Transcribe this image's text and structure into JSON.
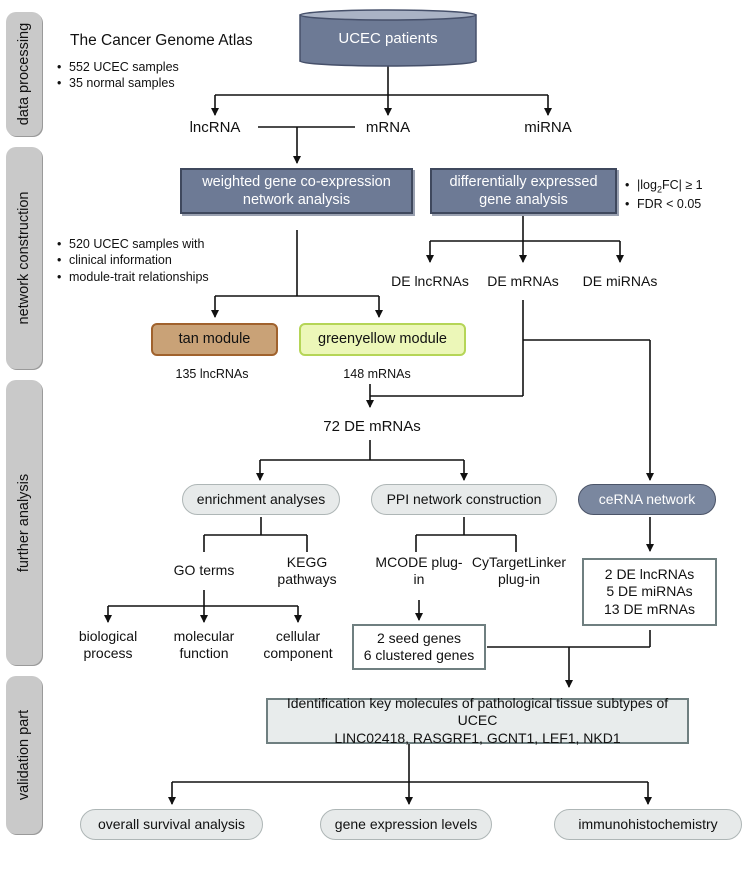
{
  "sections": {
    "data_processing": "data processing",
    "network_construction": "network construction",
    "further_analysis": "further analysis",
    "validation_part": "validation part"
  },
  "tcga": {
    "title": "The Cancer Genome Atlas",
    "bullets": [
      "552 UCEC samples",
      "35 normal samples"
    ]
  },
  "wgcna_bullets": [
    "520 UCEC samples with",
    "clinical information",
    "module-trait relationships"
  ],
  "de_criteria": [
    "|log2FC| ≥ 1",
    "FDR < 0.05"
  ],
  "nodes": {
    "ucec_patients": "UCEC patients",
    "lncrna": "lncRNA",
    "mrna": "mRNA",
    "mirna": "miRNA",
    "wgcna": "weighted gene co-expression network analysis",
    "dega": "differentially expressed gene analysis",
    "de_lncrnas": "DE lncRNAs",
    "de_mrnas": "DE mRNAs",
    "de_mirnas": "DE miRNAs",
    "tan_module": "tan module",
    "greenyellow_module": "greenyellow module",
    "tan_count": "135 lncRNAs",
    "gy_count": "148 mRNAs",
    "de_72": "72 DE mRNAs",
    "enrichment": "enrichment analyses",
    "ppi": "PPI network construction",
    "cerna": "ceRNA network",
    "go": "GO terms",
    "kegg": "KEGG pathways",
    "mcode": "MCODE plug-in",
    "cytarget": "CyTargetLinker plug-in",
    "cerna_box": [
      "2 DE lncRNAs",
      "5 DE miRNAs",
      "13 DE mRNAs"
    ],
    "bio": "biological process",
    "mol": "molecular function",
    "cell": "cellular component",
    "seed": [
      "2 seed genes",
      "6 clustered genes"
    ],
    "key_title": "Identification key molecules of pathological tissue subtypes of UCEC",
    "key_genes": "LINC02418, RASGRF1, GCNT1, LEF1, NKD1",
    "survival": "overall survival analysis",
    "expression": "gene expression levels",
    "ihc": "immunohistochemistry"
  },
  "colors": {
    "dark_box": "#6d7a95",
    "tan": "#c9a277",
    "tan_border": "#a0622d",
    "greenyellow": "#ecf7b8",
    "greenyellow_border": "#b5d557",
    "pill": "#e7eaea",
    "side_tab": "#c9c9c9"
  }
}
